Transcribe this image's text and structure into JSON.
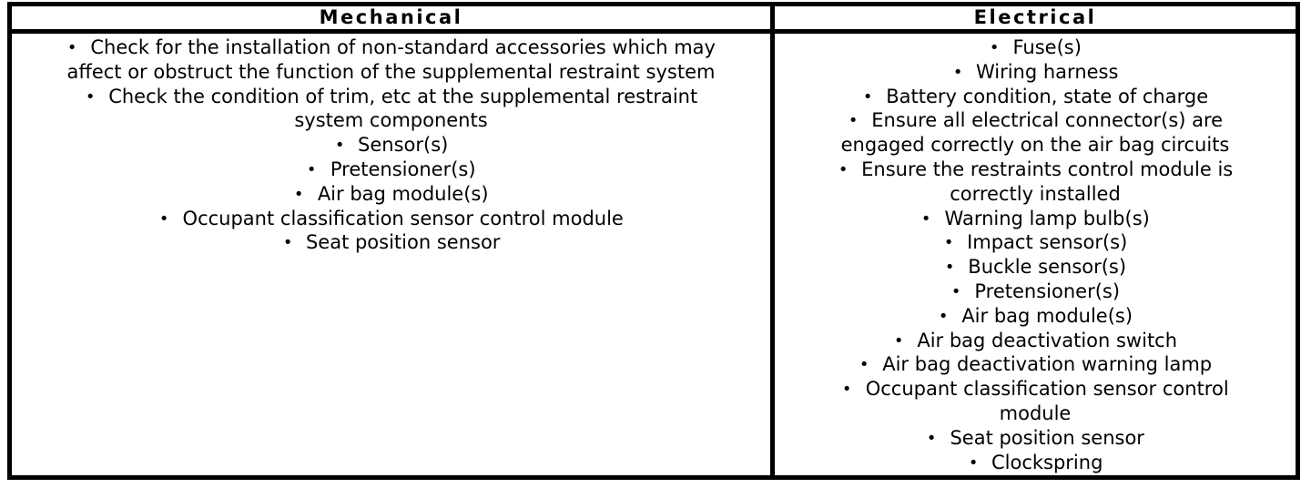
{
  "bullet": "•",
  "colors": {
    "text": "#000000",
    "border": "#000000",
    "background": "#ffffff"
  },
  "table": {
    "columns": [
      {
        "header": "Mechanical",
        "items": [
          "Check for the installation of non-standard accessories which may affect or obstruct the function of the supplemental restraint system",
          "Check the condition of trim, etc at the supplemental restraint system components",
          "Sensor(s)",
          "Pretensioner(s)",
          "Air bag module(s)",
          "Occupant classification sensor control module",
          "Seat position sensor"
        ]
      },
      {
        "header": "Electrical",
        "items": [
          "Fuse(s)",
          "Wiring harness",
          "Battery condition, state of charge",
          "Ensure all electrical connector(s) are engaged correctly on the air bag circuits",
          "Ensure the restraints control module is correctly installed",
          "Warning lamp bulb(s)",
          "Impact sensor(s)",
          "Buckle sensor(s)",
          "Pretensioner(s)",
          "Air bag module(s)",
          "Air bag deactivation switch",
          "Air bag deactivation warning lamp",
          "Occupant classification sensor control module",
          "Seat position sensor",
          "Clockspring"
        ]
      }
    ]
  }
}
